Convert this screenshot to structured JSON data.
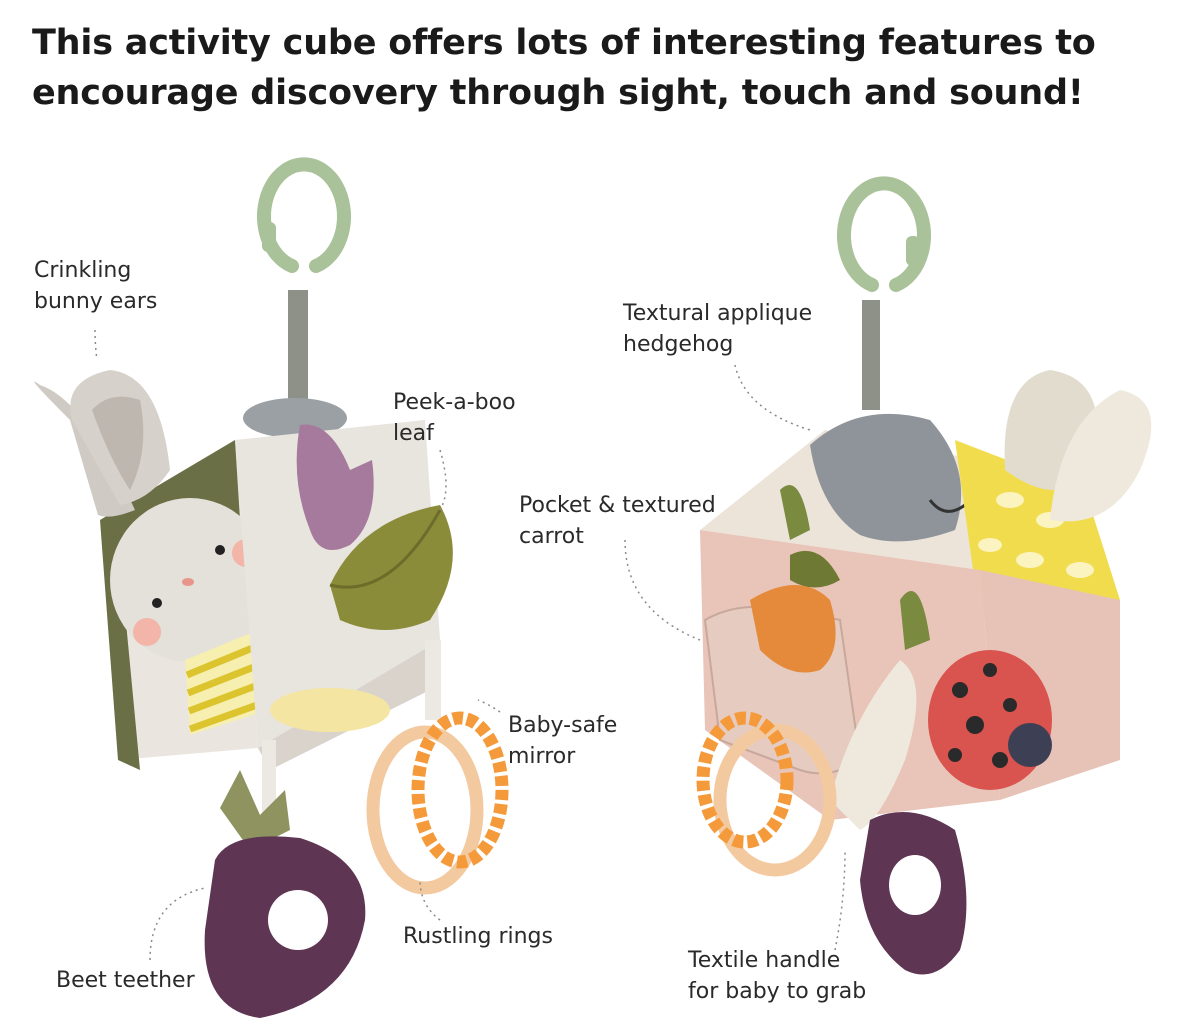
{
  "headline": {
    "line1": "This activity cube offers lots of interesting features to",
    "line2": "encourage discovery through sight, touch and sound!"
  },
  "callouts": {
    "bunny_ears": {
      "line1": "Crinkling",
      "line2": "bunny ears"
    },
    "peekaboo_leaf": {
      "line1": "Peek-a-boo",
      "line2": "leaf"
    },
    "baby_safe_mirror": {
      "line1": "Baby-safe",
      "line2": "mirror"
    },
    "rustling_rings": {
      "line1": "Rustling rings"
    },
    "beet_teether": {
      "line1": "Beet teether"
    },
    "hedgehog": {
      "line1": "Textural applique",
      "line2": "hedgehog"
    },
    "pocket_carrot": {
      "line1": "Pocket & textured",
      "line2": "carrot"
    },
    "textile_handle": {
      "line1": "Textile handle",
      "line2": "for baby to grab"
    }
  },
  "colors": {
    "clip_green": "#a9c29a",
    "olive": "#6b7040",
    "beet_purple": "#5e3553",
    "teether_orange": "#f59a3a",
    "ring_peach": "#f3c9a0",
    "ladybug_red": "#d9534f",
    "pink_face": "#e9c4b8",
    "yellow_face": "#f1dc4e"
  }
}
